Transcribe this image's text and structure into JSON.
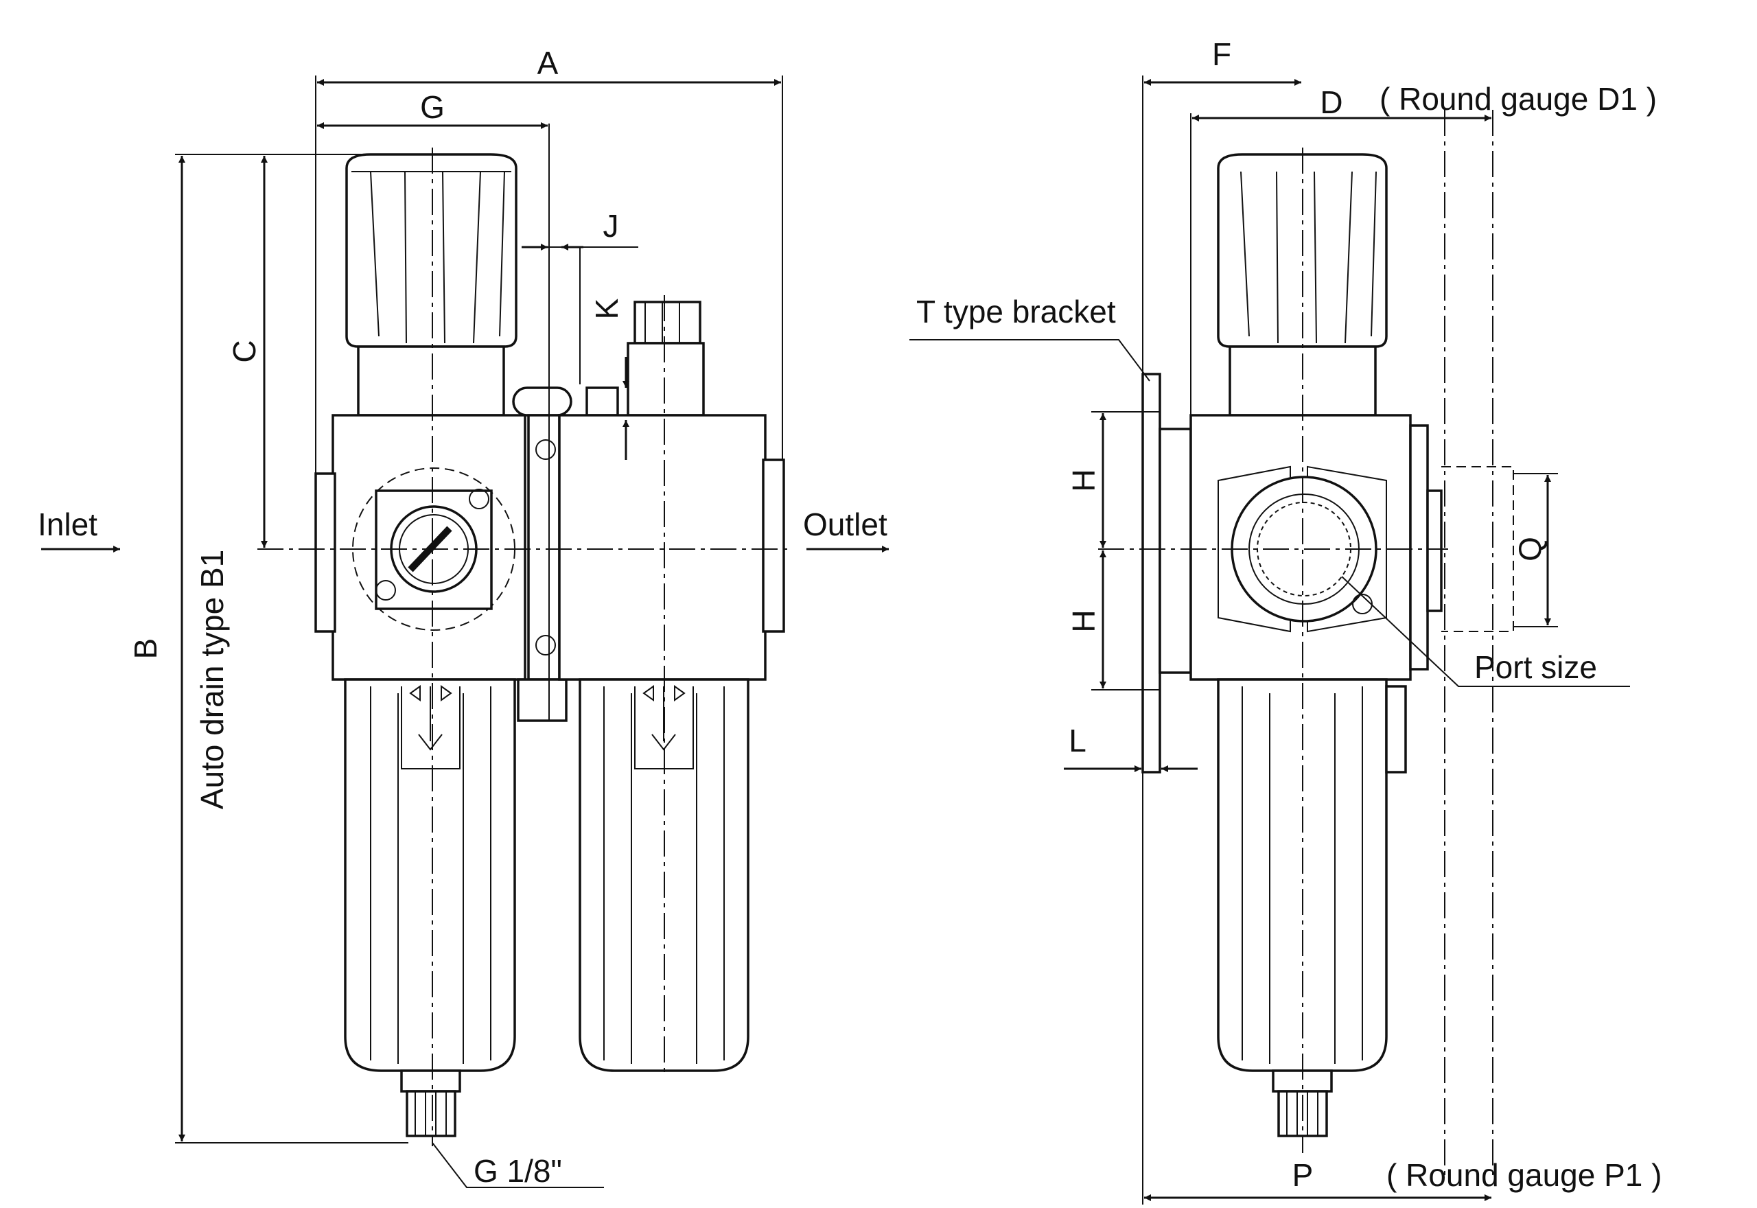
{
  "labels": {
    "A": "A",
    "B": "B",
    "C": "C",
    "D": "D",
    "F": "F",
    "G": "G",
    "H_top": "H",
    "H_bottom": "H",
    "J": "J",
    "K": "K",
    "L": "L",
    "P": "P",
    "Q": "Q",
    "inlet": "Inlet",
    "outlet": "Outlet",
    "auto_drain": "Auto drain type B1",
    "drain_port": "G 1/8\"",
    "t_bracket": "T type bracket",
    "port_size": "Port size",
    "round_gauge_d1": "( Round gauge D1 )",
    "round_gauge_p1": "( Round gauge P1 )"
  }
}
